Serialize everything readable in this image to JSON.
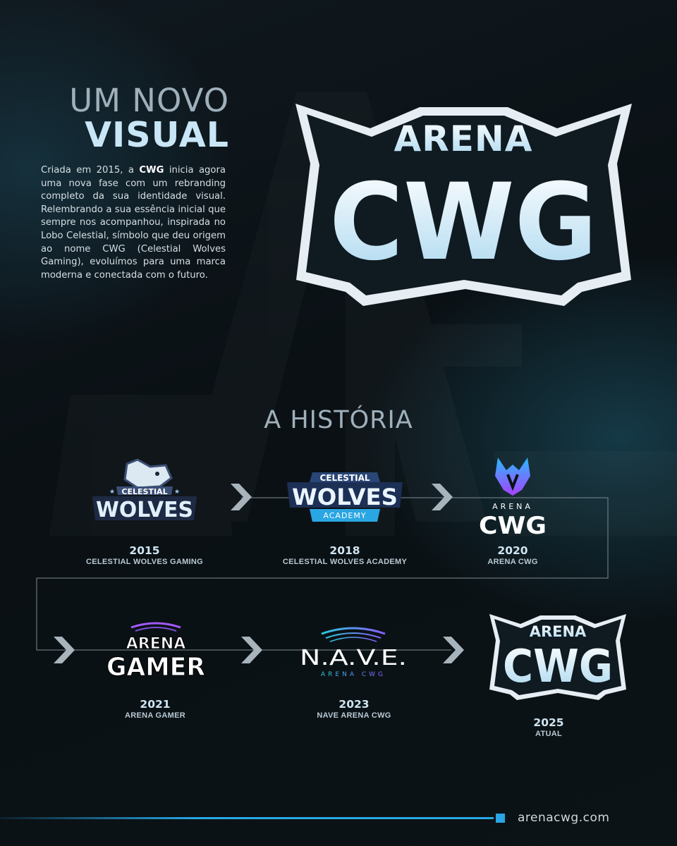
{
  "header": {
    "title_line1": "UM NOVO",
    "title_line2": "VISUAL"
  },
  "intro": {
    "pre_bold": "Criada em 2015, a ",
    "bold": "CWG",
    "post_bold": " inicia agora uma nova fase com um rebranding completo da sua identidade visual. Relembrando a sua essência inicial que sempre nos acompanhou, inspirada no Lobo Celestial, símbolo que deu origem ao nome CWG (Celestial Wolves Gaming), evoluímos para uma marca moderna e conectada com o futuro."
  },
  "hero_logo": {
    "line1": "ARENA",
    "line2": "CWG"
  },
  "history": {
    "title": "A HISTÓRIA",
    "items": [
      {
        "year": "2015",
        "name": "CELESTIAL WOLVES GAMING",
        "logo_text_top": "CELESTIAL",
        "logo_text_main": "WOLVES"
      },
      {
        "year": "2018",
        "name": "CELESTIAL WOLVES ACADEMY",
        "logo_text_top": "CELESTIAL",
        "logo_text_main": "WOLVES",
        "logo_text_sub": "ACADEMY"
      },
      {
        "year": "2020",
        "name": "ARENA CWG",
        "logo_text_top": "ARENA",
        "logo_text_main": "CWG"
      },
      {
        "year": "2021",
        "name": "ARENA GAMER",
        "logo_text_top": "ARENA",
        "logo_text_main": "GAMER"
      },
      {
        "year": "2023",
        "name": "NAVE ARENA CWG",
        "logo_text_main": "N.A.V.E.",
        "logo_text_sub": "ARENA CWG"
      },
      {
        "year": "2025",
        "name": "ATUAL",
        "logo_text_top": "ARENA",
        "logo_text_main": "CWG"
      }
    ]
  },
  "footer": {
    "url": "arenacwg.com"
  },
  "colors": {
    "accent": "#27a8e6",
    "title_light": "#c9e6f7",
    "title_grey": "#9fb0bb",
    "background": "#0b1116"
  }
}
